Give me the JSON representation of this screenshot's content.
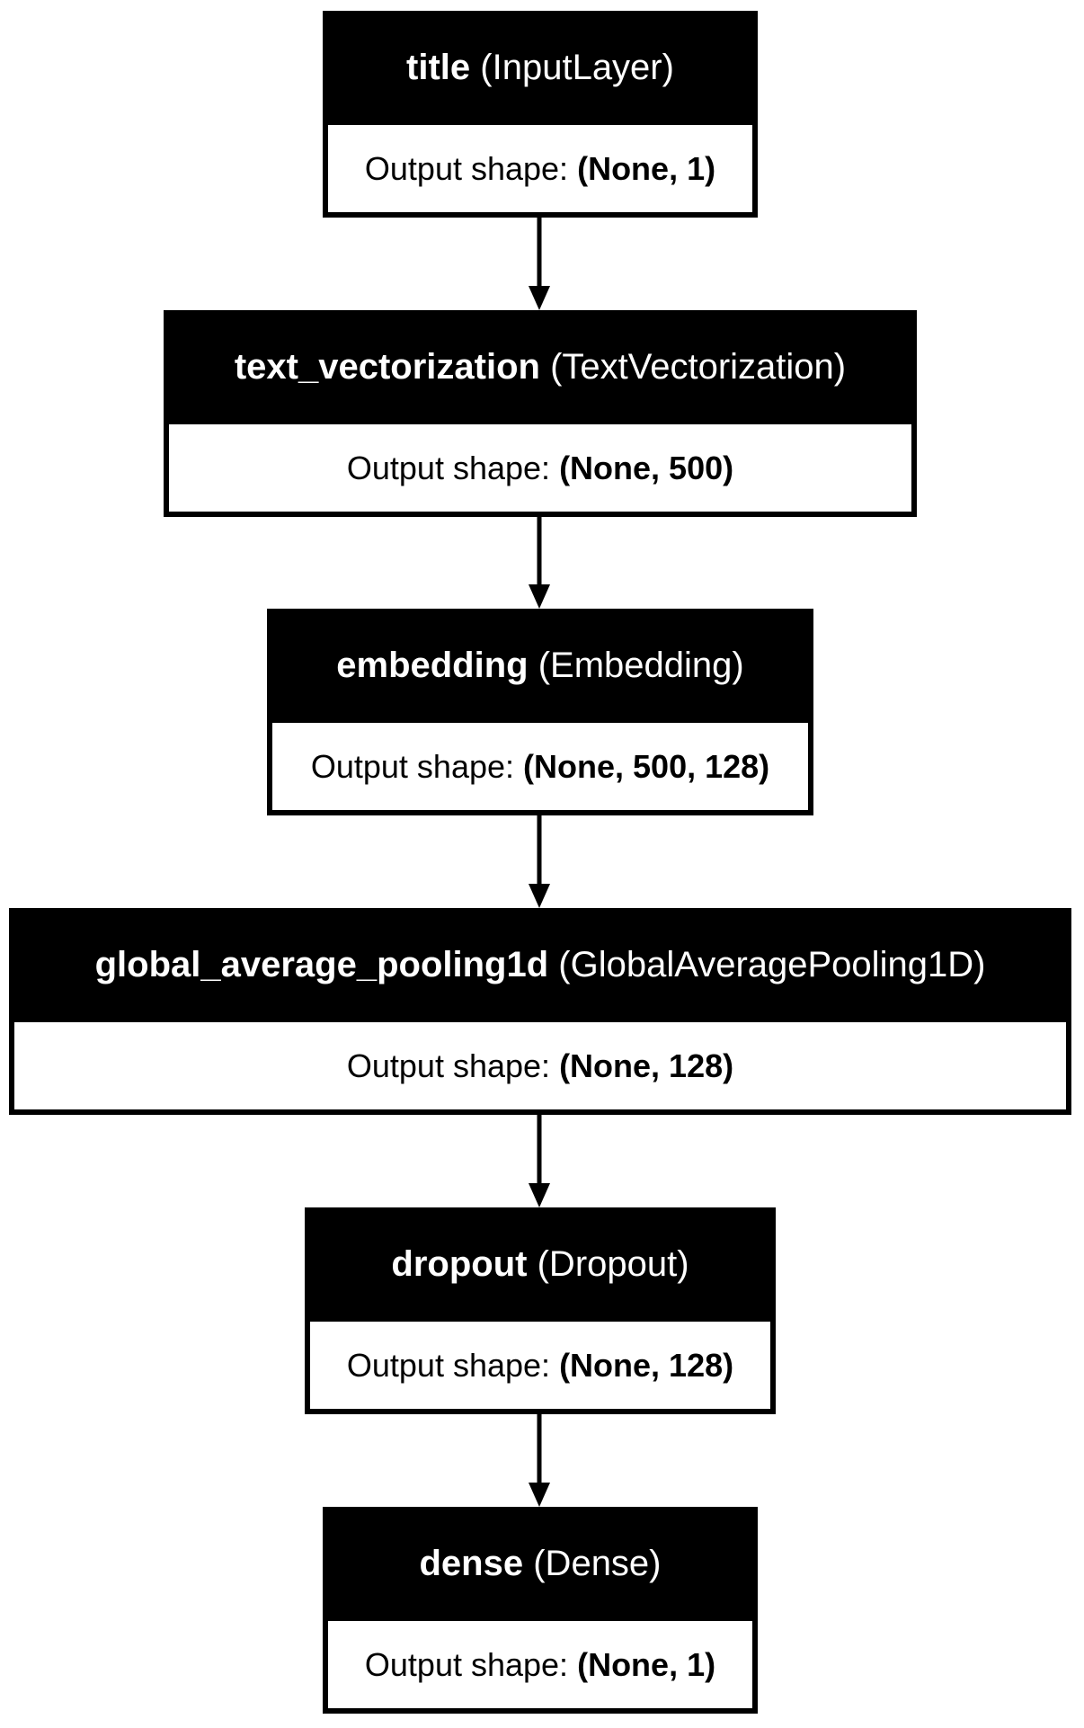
{
  "colors": {
    "header_background": "#000000",
    "header_text": "#ffffff",
    "body_background": "#ffffff",
    "edge": "#000000"
  },
  "layers": [
    {
      "name": "title",
      "class": "(InputLayer)",
      "shape_label": "Output shape:",
      "shape": "(None, 1)"
    },
    {
      "name": "text_vectorization",
      "class": "(TextVectorization)",
      "shape_label": "Output shape:",
      "shape": "(None, 500)"
    },
    {
      "name": "embedding",
      "class": "(Embedding)",
      "shape_label": "Output shape:",
      "shape": "(None, 500, 128)"
    },
    {
      "name": "global_average_pooling1d",
      "class": "(GlobalAveragePooling1D)",
      "shape_label": "Output shape:",
      "shape": "(None, 128)"
    },
    {
      "name": "dropout",
      "class": "(Dropout)",
      "shape_label": "Output shape:",
      "shape": "(None, 128)"
    },
    {
      "name": "dense",
      "class": "(Dense)",
      "shape_label": "Output shape:",
      "shape": "(None, 1)"
    }
  ],
  "edges": [
    {
      "from": "title",
      "to": "text_vectorization"
    },
    {
      "from": "text_vectorization",
      "to": "embedding"
    },
    {
      "from": "embedding",
      "to": "global_average_pooling1d"
    },
    {
      "from": "global_average_pooling1d",
      "to": "dropout"
    },
    {
      "from": "dropout",
      "to": "dense"
    }
  ]
}
